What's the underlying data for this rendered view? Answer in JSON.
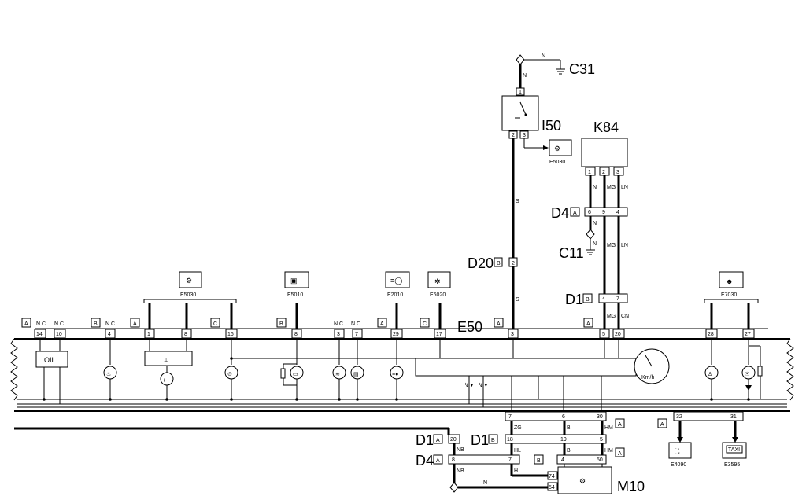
{
  "labels": {
    "C31": "C31",
    "I50": "I50",
    "K84": "K84",
    "D4a": "D4",
    "C11": "C11",
    "D20": "D20",
    "D1a": "D1",
    "E50": "E50",
    "M10": "M10",
    "D1b": "D1",
    "D1c": "D1",
    "D4b": "D4"
  },
  "letters": {
    "A": "A",
    "B": "B",
    "C": "C"
  },
  "wire_codes": {
    "N": "N",
    "S": "S",
    "MG": "MG",
    "LN": "LN",
    "CN": "CN",
    "ZG": "ZG",
    "B": "B",
    "HM": "HM",
    "HL": "HL",
    "NB": "NB",
    "H": "H"
  },
  "refs": {
    "E5030a": "E5030",
    "E5030b": "E5030",
    "E5010": "E5010",
    "E2010": "E2010",
    "E6020": "E6020",
    "E7030": "E7030",
    "E4090": "E4090",
    "E3595": "E3595"
  },
  "misc": {
    "nc": "N.C.",
    "oil": "OIL",
    "kmh": "Km/h",
    "taxi": "TAXI"
  },
  "pins": {
    "p1": "1",
    "p2": "2",
    "p3": "3",
    "p4": "4",
    "p5": "5",
    "p6": "6",
    "p7": "7",
    "p8": "8",
    "p9": "9",
    "p10": "10",
    "p14": "14",
    "p16": "16",
    "p17": "17",
    "p18": "18",
    "p19": "19",
    "p20": "20",
    "p27": "27",
    "p28": "28",
    "p29": "29",
    "p30": "30",
    "p31": "31",
    "p32": "32",
    "p50": "50",
    "p54": "54",
    "p74": "74"
  }
}
